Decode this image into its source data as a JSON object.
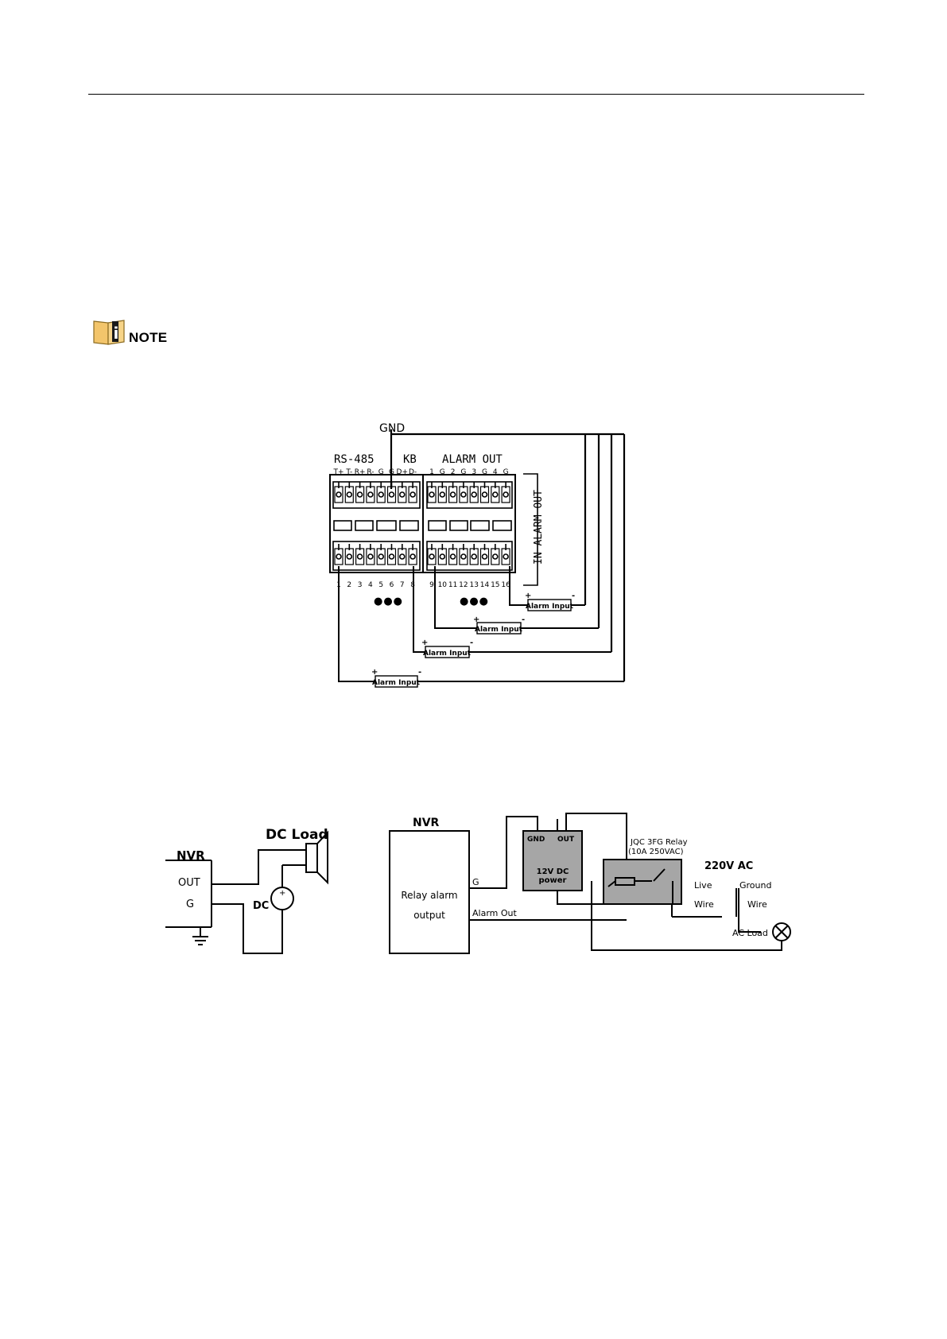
{
  "note": {
    "label": "NOTE",
    "icon": "info-book-icon"
  },
  "panel_diagram": {
    "gnd_label": "GND",
    "rs485_label": "RS-485",
    "kb_label": "KB",
    "alarm_out_label": "ALARM  OUT",
    "left_top_pins": [
      "T+",
      "T-",
      "R+",
      "R-",
      "G",
      "G",
      "D+",
      "D-"
    ],
    "right_top_pins": [
      "1",
      "G",
      "2",
      "G",
      "3",
      "G",
      "4",
      "G"
    ],
    "vertical_label": "IN  ALARM  OUT",
    "left_bottom_pins": [
      "1",
      "2",
      "3",
      "4",
      "5",
      "6",
      "7",
      "8"
    ],
    "right_bottom_pins": [
      "9",
      "10",
      "11",
      "12",
      "13",
      "14",
      "15",
      "16"
    ],
    "ellipsis": "●●●",
    "alarm_input_label": "Alarm Input",
    "plus": "+",
    "minus": "-"
  },
  "dc_load_diagram": {
    "title": "DC Load",
    "nvr": "NVR",
    "out": "OUT",
    "g": "G",
    "dc": "DC",
    "plus": "+"
  },
  "relay_diagram": {
    "nvr": "NVR",
    "relay_alarm": "Relay alarm",
    "output": "output",
    "g": "G",
    "alarm_out": "Alarm Out",
    "gnd": "GND",
    "out": "OUT",
    "power_line1": "12V  DC",
    "power_line2": "power",
    "relay_line1": "JQC 3FG Relay",
    "relay_line2": "(10A  250VAC)",
    "ac_label": "220V  AC",
    "live": "Live",
    "wire": "Wire",
    "ground": "Ground",
    "ac_load": "AC Load"
  }
}
